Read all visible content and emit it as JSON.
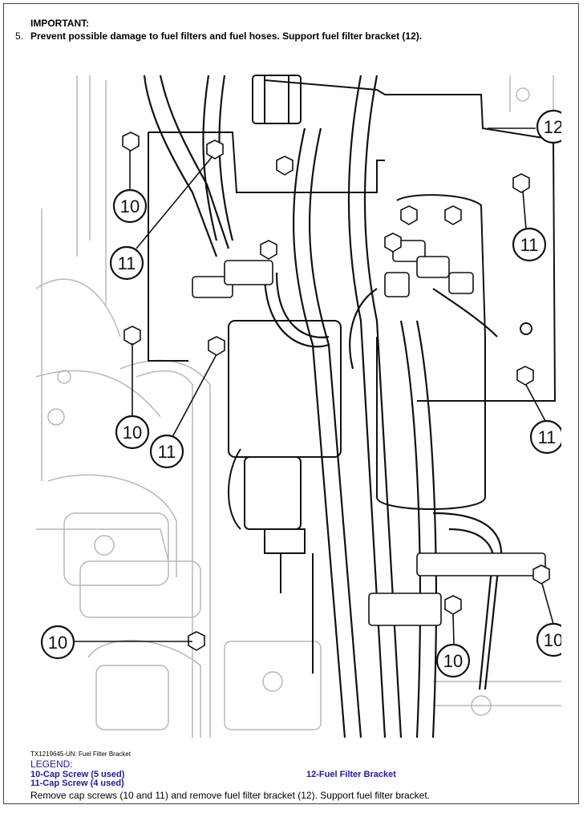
{
  "important_label": "IMPORTANT:",
  "step": {
    "number": "5.",
    "text": "Prevent possible damage to fuel filters and fuel hoses. Support fuel filter bracket (12)."
  },
  "figure": {
    "callouts": [
      {
        "id": "c12",
        "label": "12"
      },
      {
        "id": "c10a",
        "label": "10"
      },
      {
        "id": "c11a",
        "label": "11"
      },
      {
        "id": "c11b",
        "label": "11"
      },
      {
        "id": "c10b",
        "label": "10"
      },
      {
        "id": "c11c",
        "label": "11"
      },
      {
        "id": "c11d",
        "label": "11"
      },
      {
        "id": "c10c",
        "label": "10"
      },
      {
        "id": "c10d",
        "label": "10"
      },
      {
        "id": "c10e",
        "label": "10"
      }
    ]
  },
  "caption": "TX1219645-UN: Fuel Filter Bracket",
  "legend": {
    "title": "LEGEND:",
    "items": [
      "10-Cap Screw (5 used)",
      "11-Cap Screw (4 used)",
      "12-Fuel Filter Bracket"
    ]
  },
  "instruction": "Remove cap screws (10 and 11) and remove fuel filter bracket (12). Support fuel filter bracket.",
  "colors": {
    "legend_text": "#1a1aa8",
    "line_dark": "#111111",
    "line_light": "#b8b8b8"
  }
}
